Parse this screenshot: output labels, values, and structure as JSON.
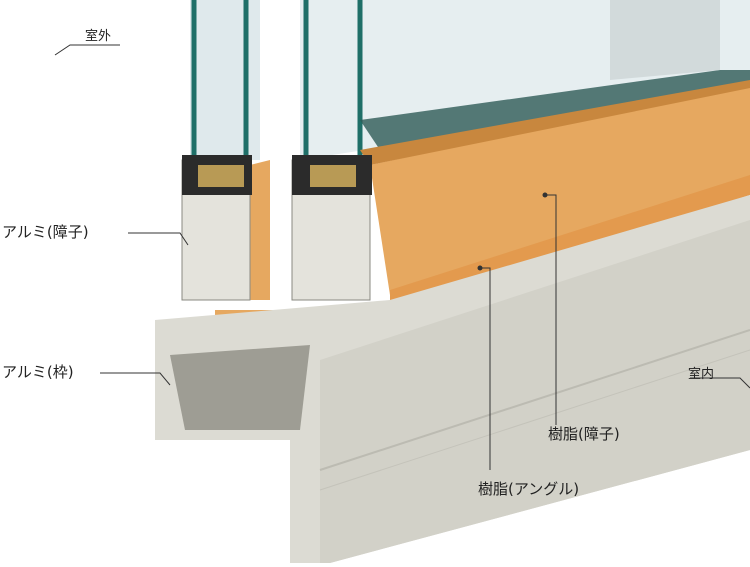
{
  "labels": {
    "outdoor": "室外",
    "indoor": "室内",
    "alu_sash": "アルミ(障子)",
    "alu_frame": "アルミ(枠)",
    "resin_sash": "樹脂(障子)",
    "resin_angle": "樹脂(アングル)"
  },
  "colors": {
    "glass": "#dfe9ec",
    "glass_edge": "#1f6f68",
    "resin": "#e6a860",
    "aluminum": "#d9d8d0",
    "aluminum_dark": "#aeada4",
    "gasket": "#2b2b2b"
  }
}
